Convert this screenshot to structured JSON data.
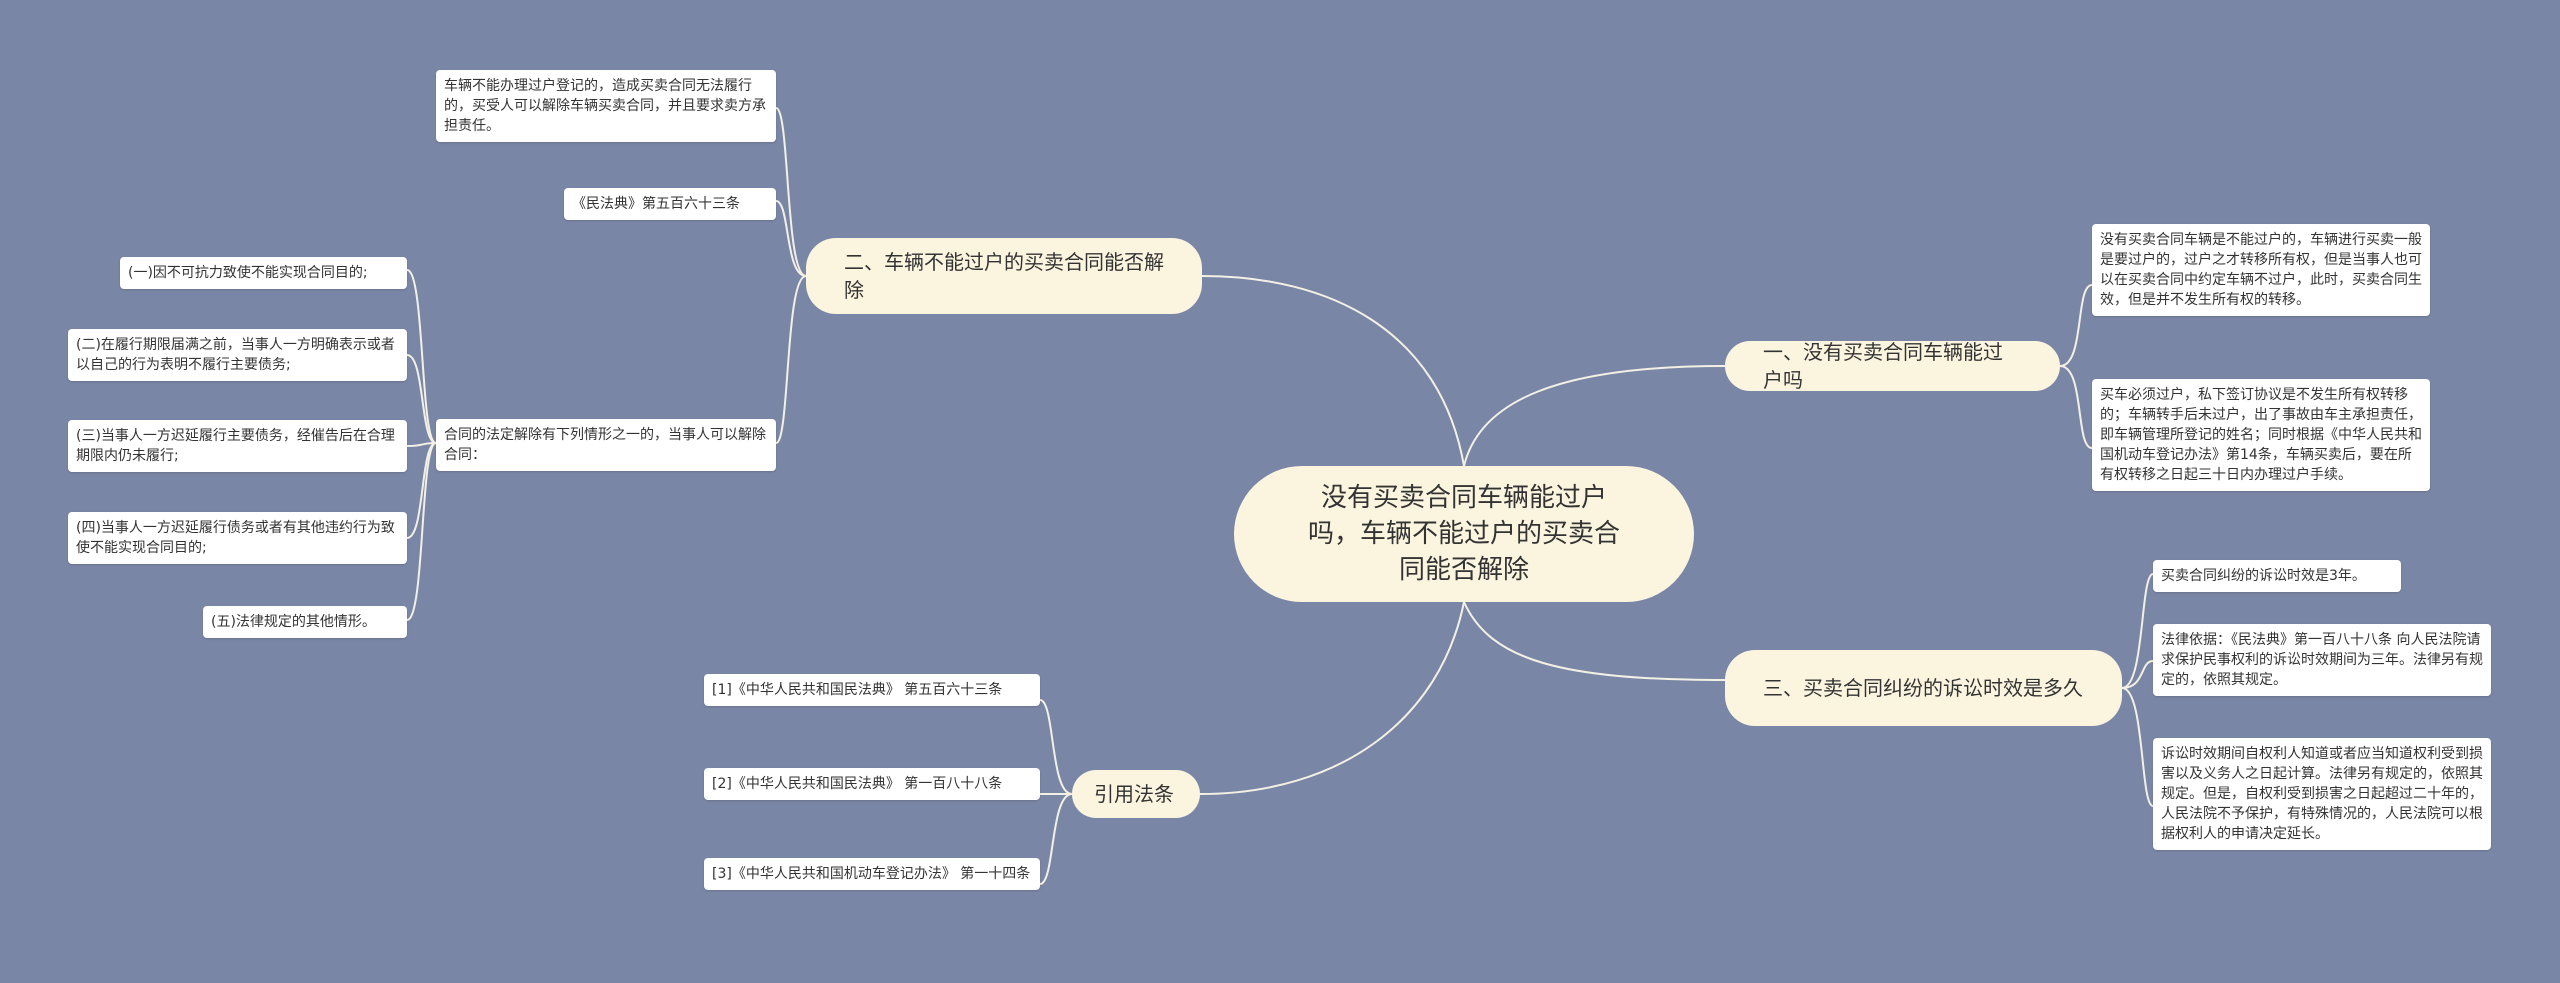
{
  "root": {
    "text": "没有买卖合同车辆能过户吗，车辆不能过户的买卖合同能否解除"
  },
  "branches": [
    {
      "text": "一、没有买卖合同车辆能过户吗"
    },
    {
      "text": "二、车辆不能过户的买卖合同能否解除"
    },
    {
      "text": "三、买卖合同纠纷的诉讼时效是多久"
    },
    {
      "text": "引用法条"
    }
  ],
  "leaves": {
    "b1": [
      "没有买卖合同车辆是不能过户的，车辆进行买卖一般是要过户的，过户之才转移所有权，但是当事人也可以在买卖合同中约定车辆不过户，此时，买卖合同生效，但是并不发生所有权的转移。",
      "买车必须过户，私下签订协议是不发生所有权转移的；车辆转手后未过户，出了事故由车主承担责任，即车辆管理所登记的姓名；同时根据《中华人民共和国机动车登记办法》第14条，车辆买卖后，要在所有权转移之日起三十日内办理过户手续。"
    ],
    "b2": [
      "车辆不能办理过户登记的，造成买卖合同无法履行的，买受人可以解除车辆买卖合同，并且要求卖方承担责任。",
      "《民法典》第五百六十三条",
      "合同的法定解除有下列情形之一的，当事人可以解除合同："
    ],
    "b2sub": [
      "(一)因不可抗力致使不能实现合同目的;",
      "(二)在履行期限届满之前，当事人一方明确表示或者以自己的行为表明不履行主要债务;",
      "(三)当事人一方迟延履行主要债务，经催告后在合理期限内仍未履行;",
      "(四)当事人一方迟延履行债务或者有其他违约行为致使不能实现合同目的;",
      "(五)法律规定的其他情形。"
    ],
    "b3": [
      "买卖合同纠纷的诉讼时效是3年。",
      "法律依据：《民法典》第一百八十八条 向人民法院请求保护民事权利的诉讼时效期间为三年。法律另有规定的，依照其规定。",
      "诉讼时效期间自权利人知道或者应当知道权利受到损害以及义务人之日起计算。法律另有规定的，依照其规定。但是，自权利受到损害之日起超过二十年的，人民法院不予保护，有特殊情况的，人民法院可以根据权利人的申请决定延长。"
    ],
    "b4": [
      "[1]《中华人民共和国民法典》 第五百六十三条",
      "[2]《中华人民共和国民法典》 第一百八十八条",
      "[3]《中华人民共和国机动车登记办法》 第一十四条"
    ]
  }
}
